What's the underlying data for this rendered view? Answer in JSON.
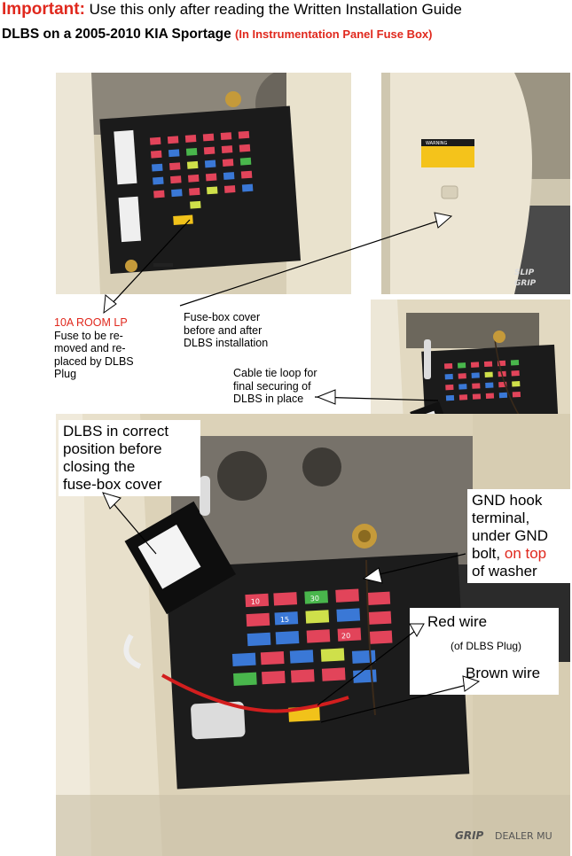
{
  "header": {
    "important_label": "Important:",
    "important_text": "Use this only after reading the Written Installation Guide",
    "title": "DLBS on a 2005-2010 KIA Sportage",
    "title_note": "(In Instrumentation Panel Fuse Box)"
  },
  "captions": {
    "room_lp_title": "10A ROOM LP",
    "room_lp_line1": "Fuse to be re-",
    "room_lp_line2": "moved and re-",
    "room_lp_line3": "placed by DLBS",
    "room_lp_line4": "Plug",
    "cover_line1": "Fuse-box cover",
    "cover_line2": "before and after",
    "cover_line3": "DLBS installation",
    "cable_line1": "Cable tie loop for",
    "cable_line2": "final securing of",
    "cable_line3": "DLBS in place"
  },
  "callouts": {
    "dlbs_line1": "DLBS in correct",
    "dlbs_line2": "position before",
    "dlbs_line3": "closing the",
    "dlbs_line4": "fuse-box cover",
    "gnd_line1": "GND hook",
    "gnd_line2": "terminal,",
    "gnd_line3": "under GND",
    "gnd_line4_a": "bolt,",
    "gnd_line4_b": "on top",
    "gnd_line5": "of washer",
    "red_wire": "Red wire",
    "red_wire_sub": "(of DLBS Plug)",
    "brown_wire": "Brown wire"
  },
  "photo_text": {
    "warning_label": "WARNING",
    "mat_text_1": "SLIP",
    "mat_text_2": "GRIP",
    "mat_text_3": "DEALER MU",
    "fuse_10": "10",
    "fuse_15": "15",
    "fuse_20": "20",
    "fuse_30": "30"
  },
  "colors": {
    "accent_red": "#e0281d",
    "dash_beige": "#e6dcc4",
    "fusebox_black": "#1b1b1b"
  }
}
